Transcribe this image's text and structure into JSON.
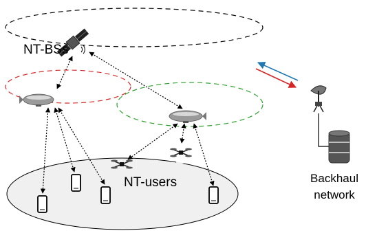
{
  "labels": {
    "base_stations": "NT-BSs",
    "users": "NT-users",
    "backhaul_line1": "Backhaul",
    "backhaul_line2": "network"
  },
  "colors": {
    "satellite_orbit": "#000000",
    "hap1_orbit": "#d62728",
    "hap2_orbit": "#2ca02c",
    "link": "#000000",
    "arrow_up": "#1f77b4",
    "arrow_down": "#d62728",
    "ground_fill": "#f0f0f0",
    "server": "#4a4a4a"
  },
  "icons": [
    "satellite-icon",
    "airship-icon",
    "drone-icon",
    "phone-icon",
    "ground-station-icon",
    "server-icon"
  ]
}
